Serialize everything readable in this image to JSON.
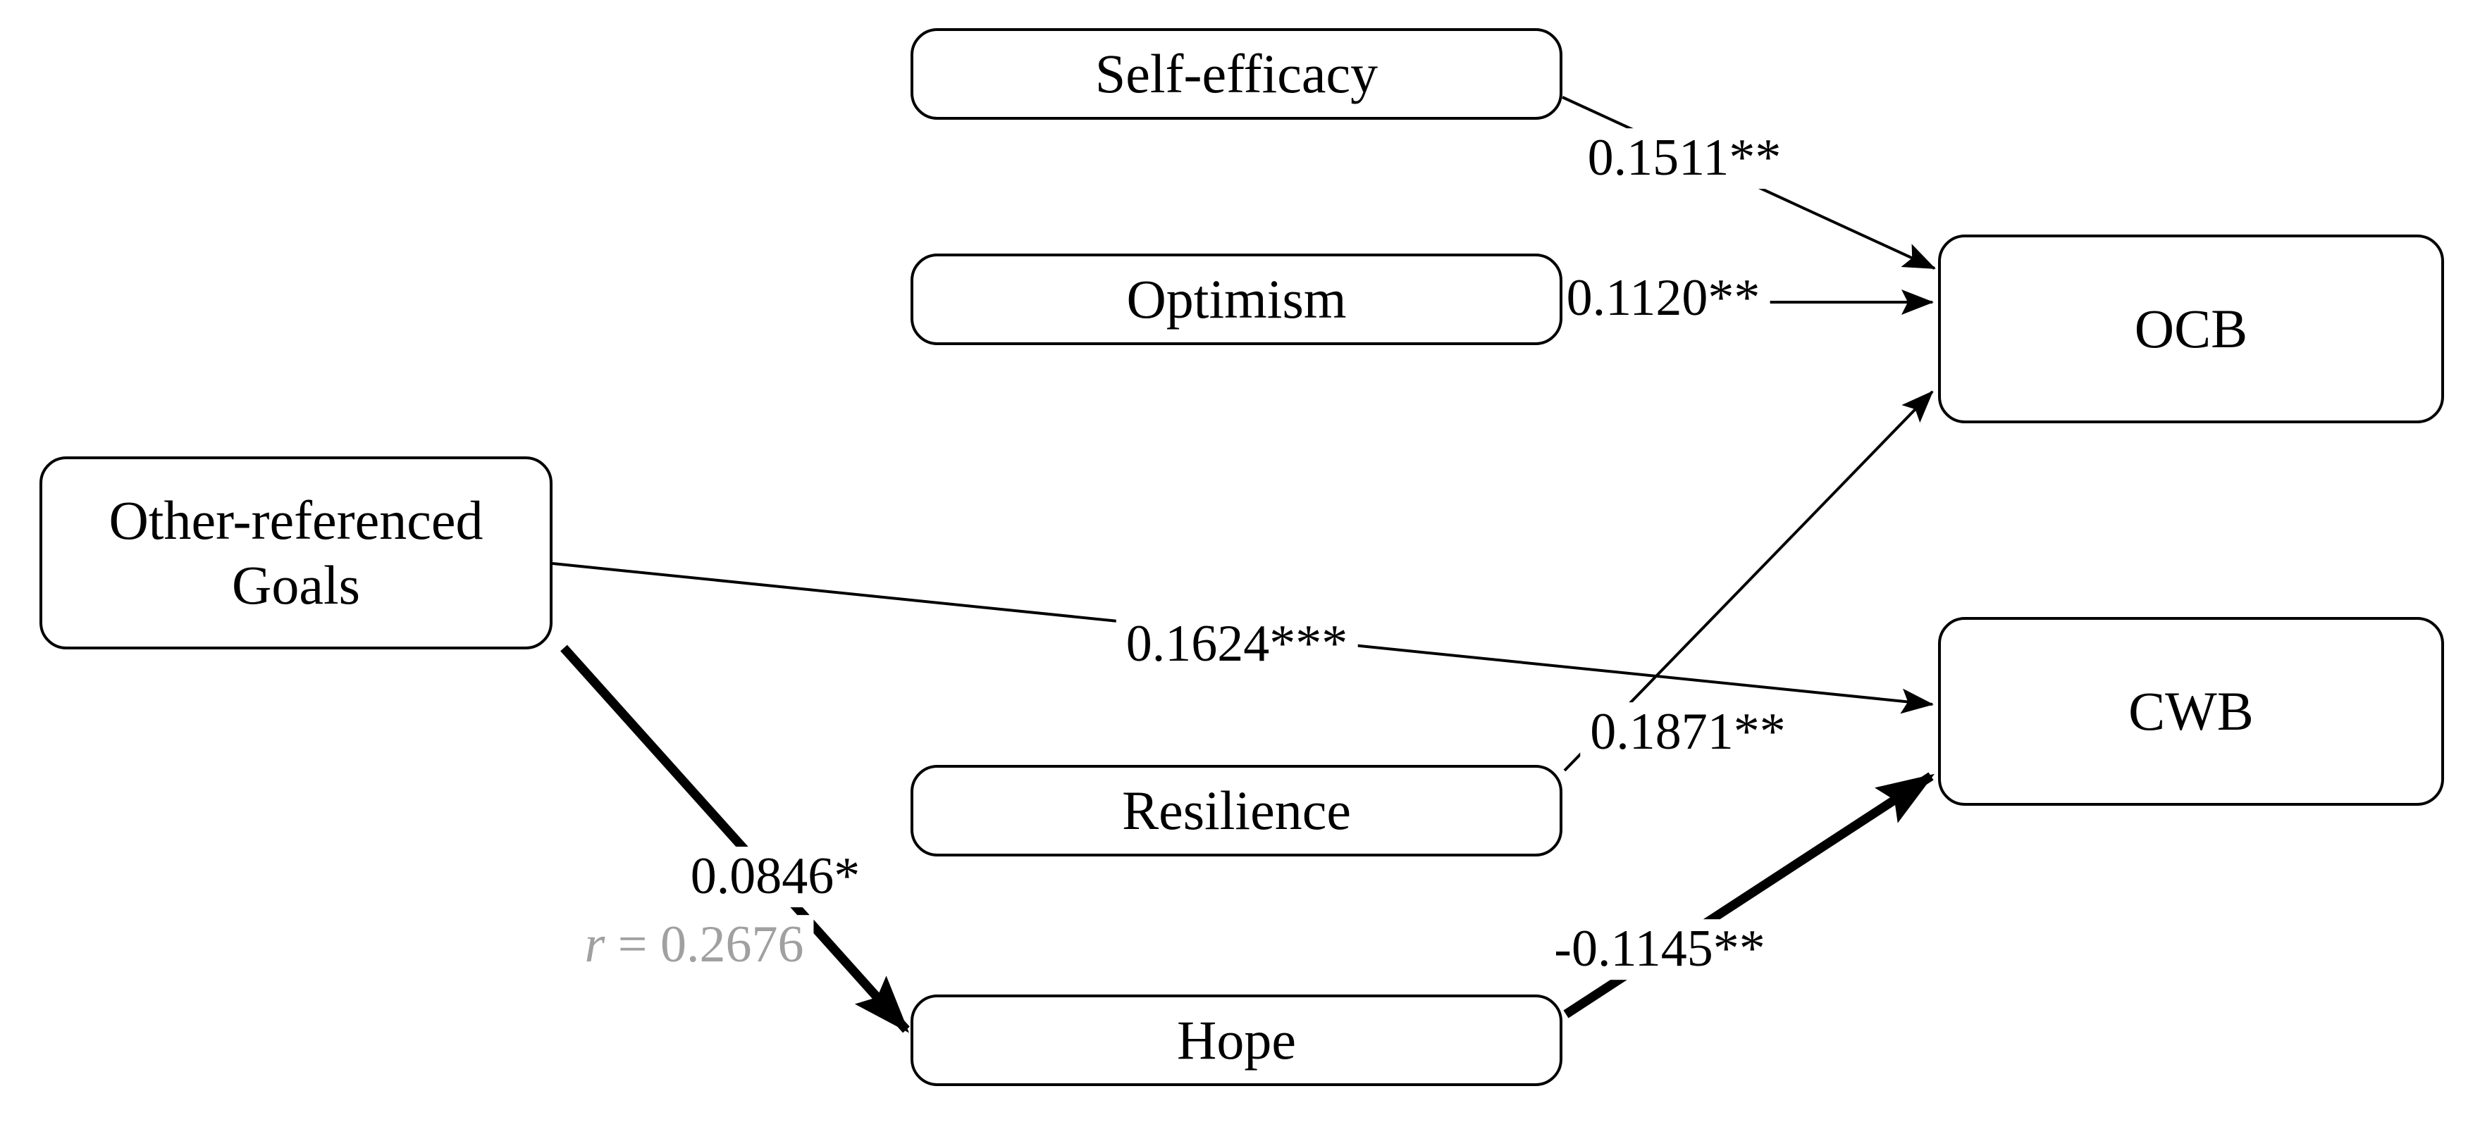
{
  "diagram": {
    "background": "#ffffff",
    "colors": {
      "line": "#000000",
      "box_border": "#000000",
      "coefficient_text": "#000000",
      "correlation_text": "#a0a0a0"
    },
    "nodes": {
      "self_efficacy": {
        "label": "Self-efficacy"
      },
      "optimism": {
        "label": "Optimism"
      },
      "other_goals": {
        "line1": "Other-referenced",
        "line2": "Goals"
      },
      "resilience": {
        "label": "Resilience"
      },
      "hope": {
        "label": "Hope"
      },
      "ocb": {
        "label": "OCB"
      },
      "cwb": {
        "label": "CWB"
      }
    },
    "paths": {
      "self_to_ocb": {
        "from": "Self-efficacy",
        "to": "OCB",
        "coefficient": "0.1511**",
        "style": "thin"
      },
      "opt_to_ocb": {
        "from": "Optimism",
        "to": "OCB",
        "coefficient": "0.1120**",
        "style": "thin"
      },
      "goals_to_cwb": {
        "from": "Other-referenced Goals",
        "to": "CWB",
        "coefficient": "0.1624***",
        "style": "thin"
      },
      "res_to_ocb": {
        "from": "Resilience",
        "to": "OCB",
        "coefficient": "0.1871**",
        "style": "thin"
      },
      "goals_to_hope": {
        "from": "Other-referenced Goals",
        "to": "Hope",
        "coefficient": "0.0846*",
        "correlation": {
          "symbol": "r",
          "rest": " = 0.2676"
        },
        "style": "thick"
      },
      "hope_to_cwb": {
        "from": "Hope",
        "to": "CWB",
        "coefficient": "-0.1145**",
        "style": "thick"
      }
    }
  }
}
